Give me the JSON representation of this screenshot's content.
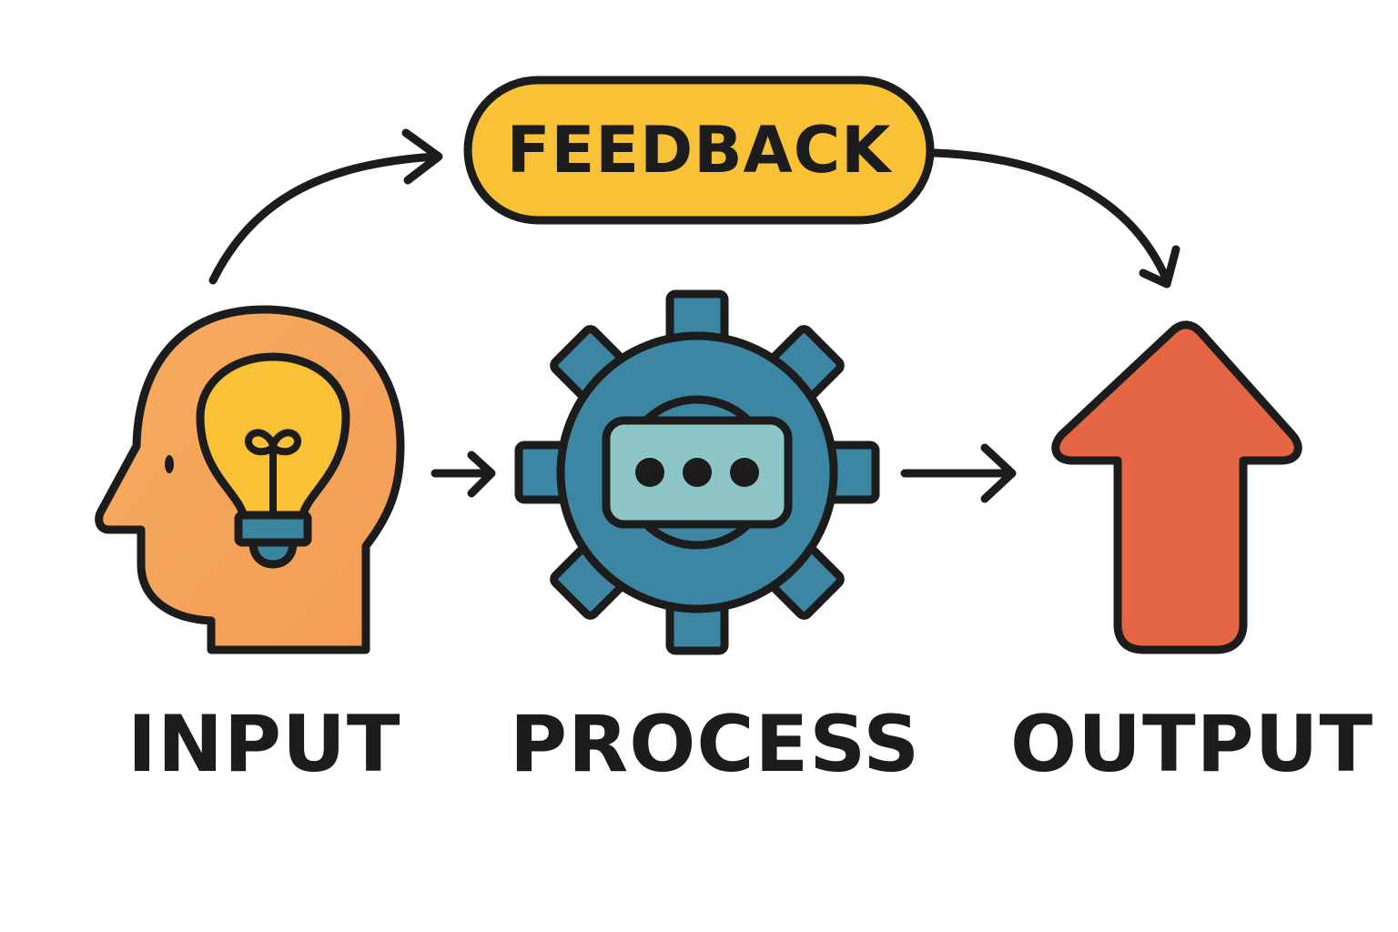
{
  "feedback": {
    "label": "FEEDBACK"
  },
  "stages": [
    {
      "label": "INPUT",
      "icon": "head-lightbulb-icon"
    },
    {
      "label": "PROCESS",
      "icon": "gear-icon"
    },
    {
      "label": "OUTPUT",
      "icon": "up-arrow-icon"
    }
  ],
  "colors": {
    "stroke": "#1c1c1c",
    "feedback_fill": "#f8c136",
    "head_fill": "#f5a55b",
    "bulb_fill": "#f8c136",
    "bulb_base": "#3a86a0",
    "gear_fill": "#3c86a3",
    "gear_screen": "#8ec6c8",
    "output_arrow": "#e46645",
    "text": "#1c1c1c"
  }
}
